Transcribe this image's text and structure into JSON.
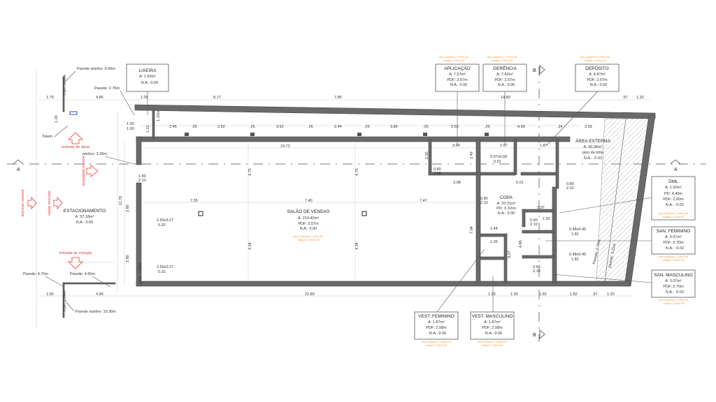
{
  "rooms": {
    "lixeira": {
      "name": "LIXEIRA",
      "area": "A: 1.50m²",
      "na": "N.A.: 0.00"
    },
    "aplicacao": {
      "name": "APLICAÇÃO",
      "area": "A: 7.57m²",
      "pdf": "PDF: 2.57m",
      "na": "N.A.: 0.00",
      "floor": "piso cerâmico: 0.45x0.45",
      "base": "rodapé: 0.33x0.50"
    },
    "gerencia": {
      "name": "GERÊNCIA",
      "area": "A: 7.42m²",
      "pdf": "PDF: 2.57m",
      "na": "N.A.: 0.00",
      "floor": "piso cerâmico: 0.45x0.45",
      "base": "rodapé: 0.33x0.50"
    },
    "deposito": {
      "name": "DEPÓSITO",
      "area": "A: 4.87m²",
      "pdf": "PDF: 2.57m",
      "na": "N.A.: 0.00",
      "floor": "piso cerâmico: 0.45x0.45",
      "base": "rodapé: 0.33x0.50"
    },
    "area_externa": {
      "name": "ÁREA EXTERNA",
      "area": "A: 90.36m²",
      "floor": "piso de brita",
      "na": "N.A.: -0.03"
    },
    "salao": {
      "name": "SALÃO DE VENDAS",
      "area": "A: 210.40m²",
      "pdf": "PDF: 3.57m",
      "na": "N.A.: 0.00",
      "floor": "piso cerâmico: 0.60x0.60",
      "base": "rodapé: 0.30x0.10"
    },
    "estacionamento": {
      "name": "ESTACIONAMENTO",
      "area": "A: 57.18m²",
      "na": "N.A.: 0.00"
    },
    "copa": {
      "name": "COPA",
      "area": "A: 20.31m²",
      "pd": "PD: X.XXm",
      "na": "N.A.: 0.00"
    },
    "dml": {
      "name": "DML",
      "area": "A: 1.92m²",
      "pd": "PD: 4.40m",
      "pdf": "PDF: 2.60m",
      "na": "N.A.: -0.02",
      "floor": "piso cerâmico: 0.45x0.45",
      "base": "rodapé: 0.33x0.50"
    },
    "san_fem": {
      "name": "SAN. FEMININO",
      "area": "A: 3.07m²",
      "pdf": "PDF: 2.70m",
      "na": "N.A.: -0.02",
      "floor": "piso cerâmico: 0.45x0.45",
      "base": "rodapé: 0.33x0.50"
    },
    "san_masc": {
      "name": "SAN. MASCULINO",
      "area": "A: 3.07m²",
      "pdf": "PDF: 2.70m",
      "na": "N.A.: -0.02",
      "floor": "piso cerâmico: 0.45x0.45",
      "base": "rodapé: 0.33x0.50"
    },
    "vest_fem": {
      "name": "VEST. FEMININO",
      "area": "A: 1.87m²",
      "pdf": "PDF: 2.58m",
      "na": "N.A.: 0.00",
      "floor": "piso cerâmico: 0.45x0.45",
      "base": "rodapé: 0.33x0.50"
    },
    "vest_masc": {
      "name": "VEST. MASCULINO",
      "area": "A: 1.87m²",
      "pdf": "PDF: 2.58m",
      "na": "N.A.: 0.00",
      "floor": "piso cerâmico: 0.45x0.45",
      "base": "rodapé: 0.33x0.50"
    }
  },
  "callouts": {
    "parede_vizinho_top": "Parede vizinho: 9.00m",
    "parede_275": "Parede: 2.75m",
    "pdf_300": "PDF: 3.00m",
    "totem": "Totem",
    "portico": "pórtico: 3.25m",
    "parede_470": "Parede: 4.70m",
    "parede_460": "Parede: 4.60m",
    "parede_vizinho_bottom": "Parede vizinho: 10.30m",
    "pdf_284": "PDF: 2.84m",
    "pdf_356": "PDF: 3.56m",
    "parede_270": "Parede: 2.70m",
    "parede_331": "parede: 3.31m"
  },
  "arrows": {
    "agua": "entrada de água",
    "energia": "entrada de energia",
    "pedestres": "acesso pedestres",
    "veiculos": "acesso veículos",
    "saida": "saída veículos"
  },
  "sections": {
    "a": "A",
    "b": "B"
  },
  "openings": {
    "w1": "2.50x3.27",
    "w1s": "0.32",
    "w2": "2.50x3.27",
    "w2s": "0.32",
    "d1": "0.80",
    "d1h": "2.08",
    "d2": "0.97x0.58",
    "d2h": "0.91",
    "d3": "0.80",
    "d3h": "2.10",
    "d4": "0.80",
    "d4h": "2.10",
    "d5": "0.60",
    "d5h": "2.10",
    "d6": "0.60",
    "d6h": "2.10",
    "j1": "0.48x0.45",
    "j1h": "1.82",
    "j2": "0.48x0.45",
    "j2h": "1.82",
    "p1": "1.80",
    "p1h": "2.10",
    "c1": "1.00",
    "c1h": "1.00"
  },
  "dims": {
    "top": [
      "1.79",
      "4.85",
      "1.00",
      "8.17",
      "7.86",
      "14.80",
      ".97",
      "1.20"
    ],
    "inner": [
      "2.45",
      ".26",
      "3.62",
      ".26",
      "3.62",
      ".26",
      "2.44",
      ".26",
      "3.89",
      ".26",
      "3.63",
      ".26",
      "4.90",
      ".24",
      "3.39"
    ],
    "row2": [
      "19.72",
      "3.04",
      "2.97",
      "1.87"
    ],
    "mid": [
      "7.35",
      "7.40",
      "7.47",
      "3.08",
      "5.01",
      "2.07",
      "1.44",
      "1.25",
      "1.92"
    ],
    "bottom": [
      "1.50",
      "4.90",
      "22.80",
      "1.25",
      "1.50",
      "1.92",
      "1.82",
      ".97",
      "1.20"
    ],
    "vert": [
      "1.20",
      "1.12",
      "1.15m",
      "11.70",
      "2.80",
      "2.80",
      "4.75",
      "4.75",
      "4.34",
      "4.34",
      "7.04",
      "3.27",
      "4.66",
      "2.55",
      "2.49"
    ]
  }
}
